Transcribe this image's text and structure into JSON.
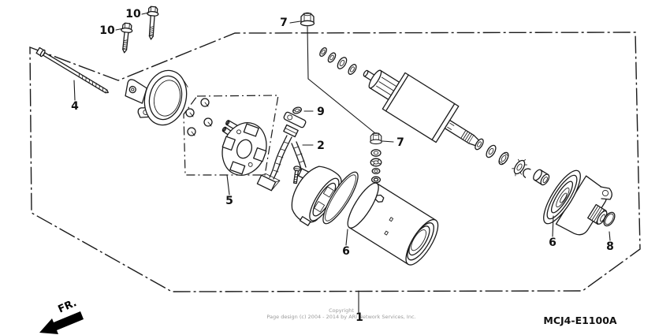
{
  "diagram": {
    "code": "MCJ4-E1100A",
    "direction_label": "FR.",
    "watermark": {
      "line1": "Copyright",
      "line2": "Page design (c) 2004 - 2014 by ARI Network Services, Inc."
    },
    "colors": {
      "line": "#1a1a1a",
      "background": "#ffffff",
      "watermark": "#9b9b9b"
    },
    "part_labels": [
      {
        "text": "10",
        "part": "flange-bolt-left"
      },
      {
        "text": "10",
        "part": "flange-bolt-right"
      },
      {
        "text": "7",
        "part": "lock-nut-upper"
      },
      {
        "text": "4",
        "part": "through-bolt"
      },
      {
        "text": "9",
        "part": "lock-washer"
      },
      {
        "text": "2",
        "part": "brush-set"
      },
      {
        "text": "5",
        "part": "brush-holder-assembly"
      },
      {
        "text": "7",
        "part": "lock-nut-lower"
      },
      {
        "text": "6",
        "part": "o-ring-front"
      },
      {
        "text": "6",
        "part": "end-cover"
      },
      {
        "text": "8",
        "part": "o-ring-rear"
      },
      {
        "text": "1",
        "part": "starter-motor-assembly"
      }
    ]
  }
}
